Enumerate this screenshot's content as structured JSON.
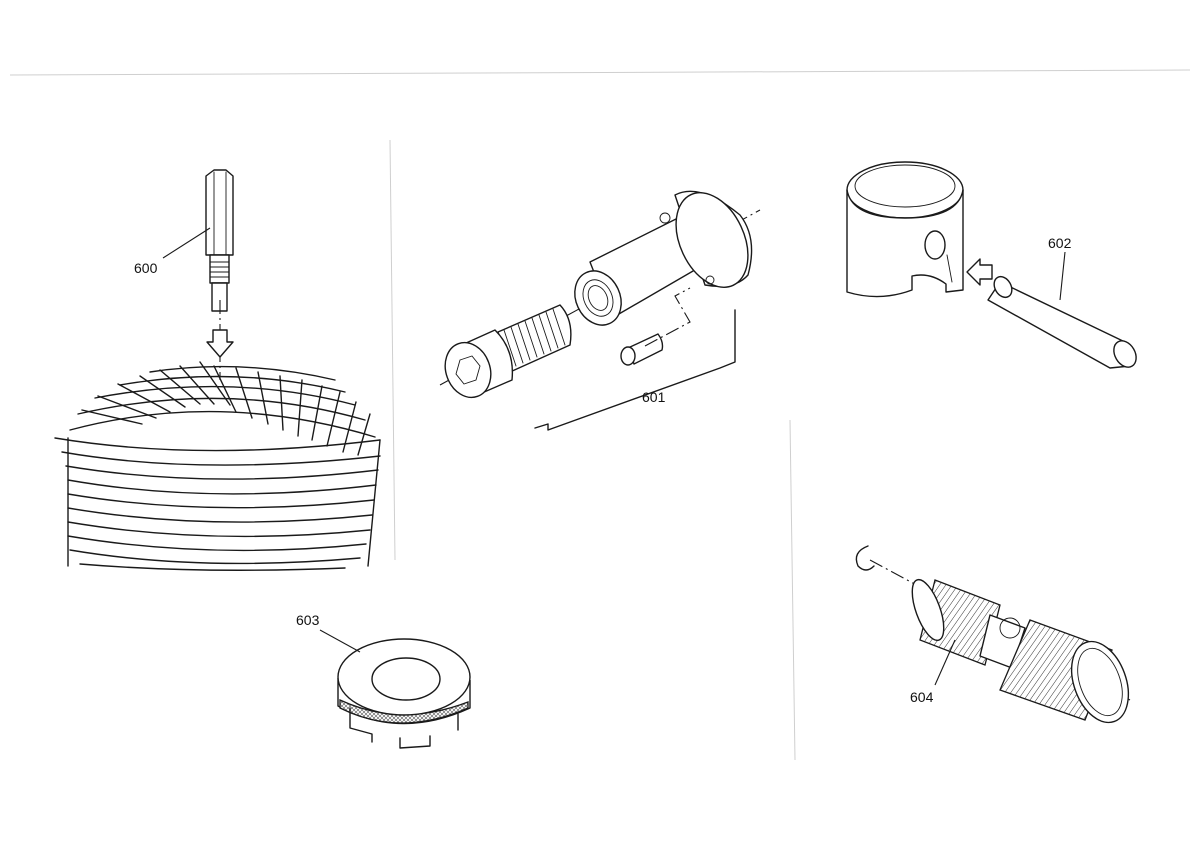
{
  "diagram": {
    "callouts": {
      "c600": "600",
      "c601": "601",
      "c602": "602",
      "c603": "603",
      "c604": "604"
    },
    "line_color": "#1a1a1a",
    "background": "#ffffff"
  }
}
